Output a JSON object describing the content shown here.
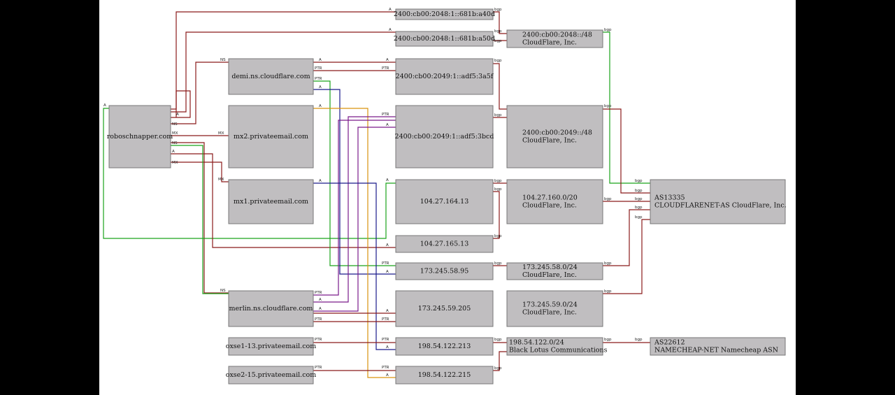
{
  "colors": {
    "background": "#000000",
    "canvas": "#ffffff",
    "node_fill": "#c0bec0",
    "record_a": "#8b1a1a",
    "record_ns": "#8b1a1a",
    "record_mx": "#8b1a1a",
    "record_ptr": "#8b1a1a",
    "bgp": "#8b1a1a",
    "green": "#1aa31a",
    "blue": "#1a1a8b",
    "purple": "#7a1a8b",
    "orange": "#d9930d"
  },
  "nodes": [
    {
      "id": "robo",
      "lines": [
        "roboschnapper.com"
      ]
    },
    {
      "id": "demi",
      "lines": [
        "demi.ns.cloudflare.com"
      ]
    },
    {
      "id": "mx2",
      "lines": [
        "mx2.privateemail.com"
      ]
    },
    {
      "id": "mx1",
      "lines": [
        "mx1.privateemail.com"
      ]
    },
    {
      "id": "merlin",
      "lines": [
        "merlin.ns.cloudflare.com"
      ]
    },
    {
      "id": "oxse1",
      "lines": [
        "oxse1-13.privateemail.com"
      ]
    },
    {
      "id": "oxse2",
      "lines": [
        "oxse2-15.privateemail.com"
      ]
    },
    {
      "id": "ip6a",
      "lines": [
        "2400:cb00:2048:1::681b:a40d"
      ]
    },
    {
      "id": "ip6b",
      "lines": [
        "2400:cb00:2048:1::681b:a50d"
      ]
    },
    {
      "id": "ip6c",
      "lines": [
        "2400:cb00:2049:1::adf5:3a5f"
      ]
    },
    {
      "id": "ip6d",
      "lines": [
        "2400:cb00:2049:1::adf5:3bcd"
      ]
    },
    {
      "id": "ip4a",
      "lines": [
        "104.27.164.13"
      ]
    },
    {
      "id": "ip4b",
      "lines": [
        "104.27.165.13"
      ]
    },
    {
      "id": "ip4c",
      "lines": [
        "173.245.58.95"
      ]
    },
    {
      "id": "ip4d",
      "lines": [
        "173.245.59.205"
      ]
    },
    {
      "id": "ip4e",
      "lines": [
        "198.54.122.213"
      ]
    },
    {
      "id": "ip4f",
      "lines": [
        "198.54.122.215"
      ]
    },
    {
      "id": "net1",
      "lines": [
        "2400:cb00:2048::/48",
        "CloudFlare, Inc."
      ]
    },
    {
      "id": "net2",
      "lines": [
        "2400:cb00:2049::/48",
        "CloudFlare, Inc."
      ]
    },
    {
      "id": "net3",
      "lines": [
        "104.27.160.0/20",
        "CloudFlare, Inc."
      ]
    },
    {
      "id": "net4",
      "lines": [
        "173.245.58.0/24",
        "CloudFlare, Inc."
      ]
    },
    {
      "id": "net5",
      "lines": [
        "173.245.59.0/24",
        "CloudFlare, Inc."
      ]
    },
    {
      "id": "net6",
      "lines": [
        "198.54.122.0/24",
        "Black Lotus Communications"
      ]
    },
    {
      "id": "as1",
      "lines": [
        "AS13335",
        "CLOUDFLARENET-AS CloudFlare, Inc."
      ]
    },
    {
      "id": "as2",
      "lines": [
        "AS22612",
        "NAMECHEAP-NET Namecheap ASN"
      ]
    }
  ],
  "edge_labels": {
    "a": "A",
    "ns": "NS",
    "mx": "MX",
    "ptr": "PTR",
    "bgp": "bgp"
  }
}
